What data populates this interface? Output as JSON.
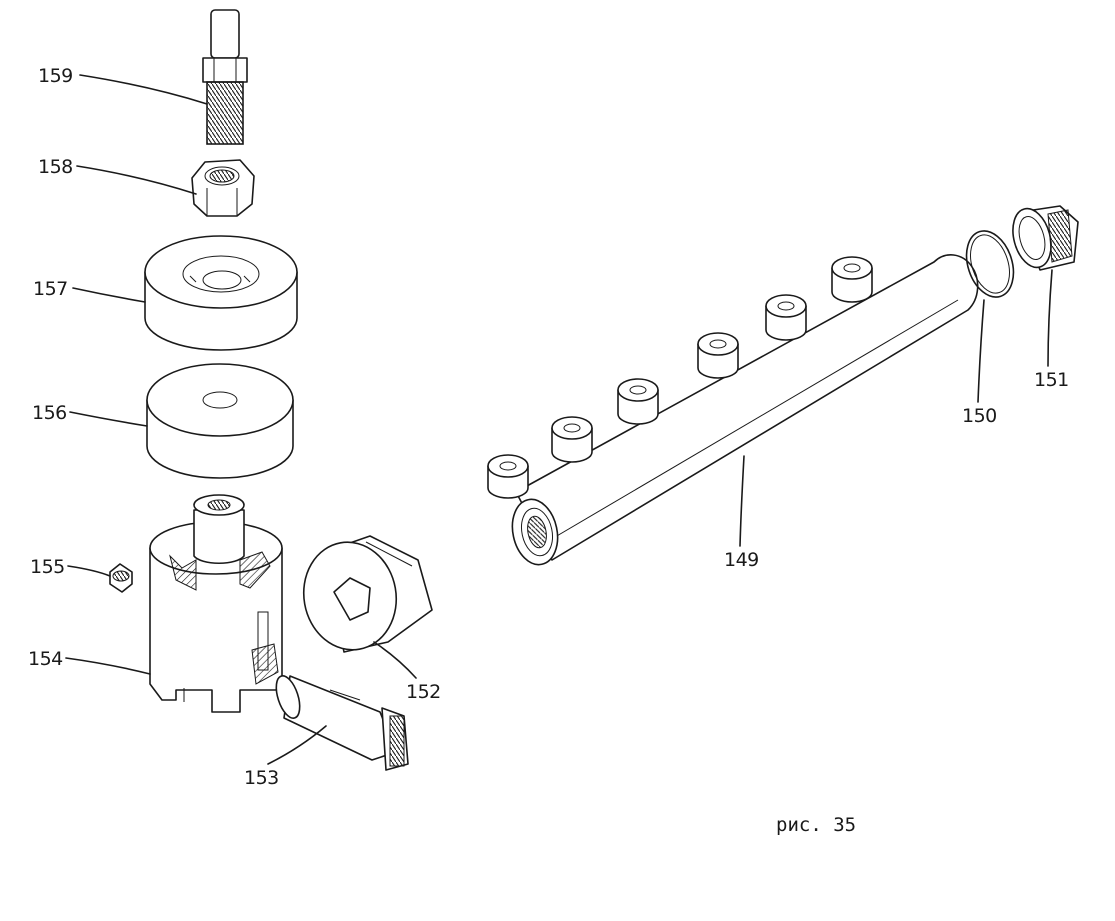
{
  "figure": {
    "caption": "рис. 35",
    "parts": [
      {
        "id": "p159",
        "label": "159"
      },
      {
        "id": "p158",
        "label": "158"
      },
      {
        "id": "p157",
        "label": "157"
      },
      {
        "id": "p156",
        "label": "156"
      },
      {
        "id": "p155",
        "label": "155"
      },
      {
        "id": "p154",
        "label": "154"
      },
      {
        "id": "p153",
        "label": "153"
      },
      {
        "id": "p152",
        "label": "152"
      },
      {
        "id": "p149",
        "label": "149"
      },
      {
        "id": "p150",
        "label": "150"
      },
      {
        "id": "p151",
        "label": "151"
      }
    ]
  }
}
